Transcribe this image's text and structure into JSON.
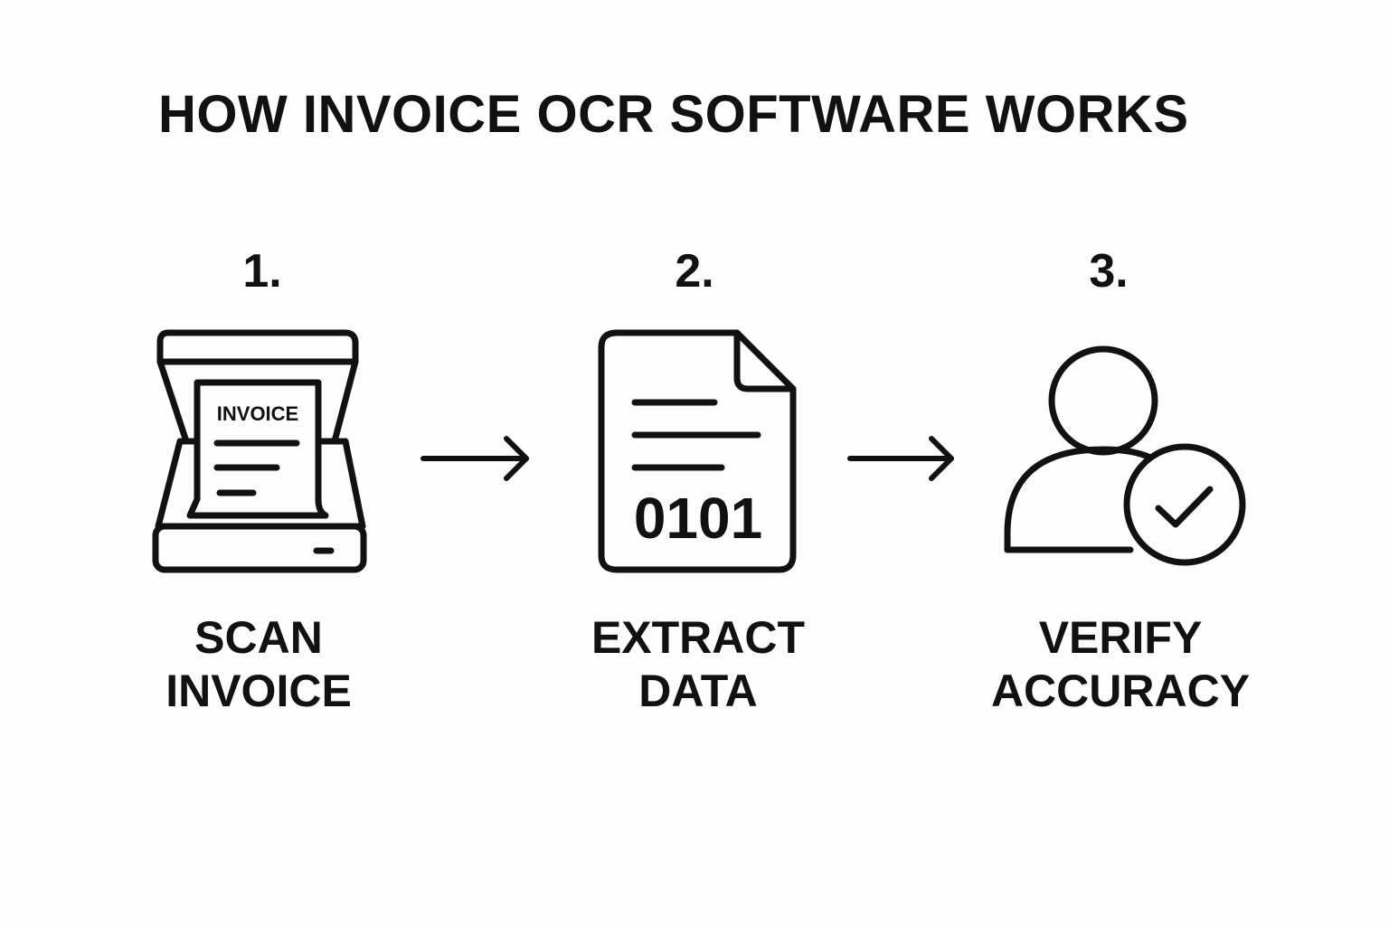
{
  "title": "HOW INVOICE OCR SOFTWARE WORKS",
  "steps": [
    {
      "number": "1.",
      "label_line1": "SCAN",
      "label_line2": "INVOICE",
      "icon": "scanner-icon",
      "icon_text": "INVOICE"
    },
    {
      "number": "2.",
      "label_line1": "EXTRACT",
      "label_line2": "DATA",
      "icon": "document-binary-icon",
      "icon_text": "0101"
    },
    {
      "number": "3.",
      "label_line1": "VERIFY",
      "label_line2": "ACCURACY",
      "icon": "user-check-icon"
    }
  ],
  "colors": {
    "foreground": "#111111",
    "background": "#fefefe"
  }
}
